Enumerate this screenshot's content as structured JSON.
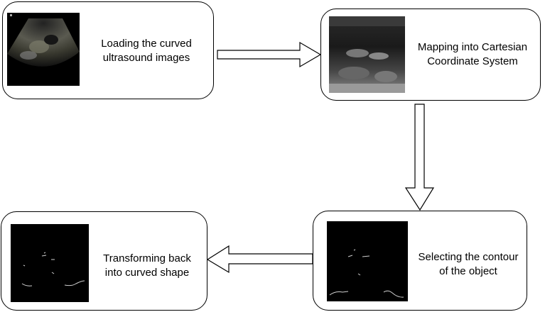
{
  "steps": [
    {
      "name": "load",
      "line1": "Loading the curved",
      "line2": "ultrasound images"
    },
    {
      "name": "map",
      "line1": "Mapping into Cartesian",
      "line2": "Coordinate System"
    },
    {
      "name": "select",
      "line1": "Selecting the contour",
      "line2": "of the object"
    },
    {
      "name": "transform",
      "line1": "Transforming back",
      "line2": "into curved shape"
    }
  ],
  "colors": {
    "stroke": "#000000",
    "background": "#ffffff",
    "image": "#000000"
  }
}
